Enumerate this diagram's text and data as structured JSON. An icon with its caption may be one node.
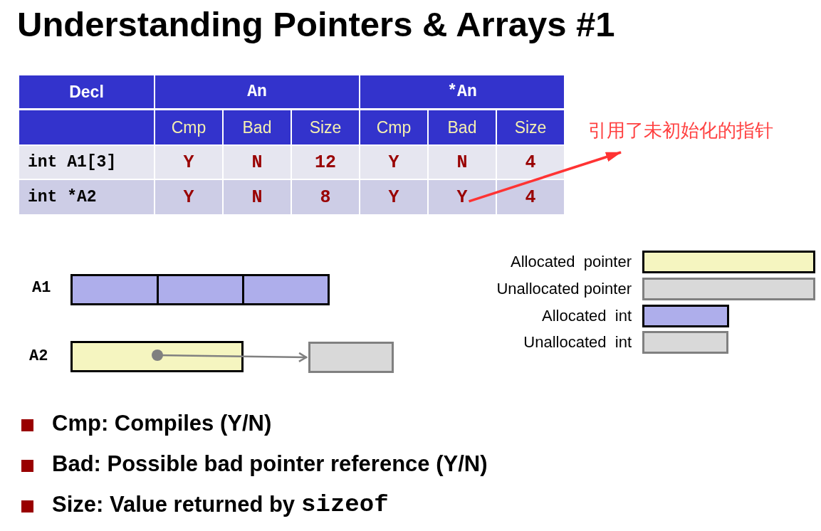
{
  "diagram": {
    "title": "Understanding Pointers & Arrays #1",
    "nodes": [
      {
        "text": [
          "引用了未初始化的指针"
        ]
      },
      {
        "text": [
          "Y"
        ]
      },
      {
        "text": [],
        "shape": "box",
        "beside": [
          "A1"
        ]
      },
      {
        "text": [],
        "shape": "box",
        "beside": [
          "A2"
        ]
      },
      {
        "text": [],
        "shape": "box"
      }
    ],
    "edges": [
      {
        "from": 1,
        "to": 0,
        "arrow": "to",
        "color": "#ff3333"
      },
      {
        "from": 3,
        "to": 4,
        "arrow": "to",
        "color": "#808080"
      }
    ],
    "labels": [
      "Decl",
      "An",
      "*An",
      "Cmp",
      "Bad",
      "Size",
      "Cmp",
      "Bad",
      "Size",
      "int A1[3]",
      "Y",
      "N",
      "12",
      "Y",
      "N",
      "4",
      "int *A2",
      "Y",
      "N",
      "8",
      "Y",
      "4",
      "Cmp: Compiles (Y/N)",
      "Bad: Possible bad pointer reference (Y/N)",
      "Size: Value returned by",
      "sizeof"
    ],
    "legend": [
      {
        "text": "Allocated  pointer",
        "color": "#f5f5c0"
      },
      {
        "text": "Unallocated pointer",
        "color": "#d9d9d9"
      },
      {
        "text": "Allocated  int",
        "color": "#aeaeeb"
      },
      {
        "text": "Unallocated  int",
        "color": "#d9d9d9"
      }
    ]
  }
}
